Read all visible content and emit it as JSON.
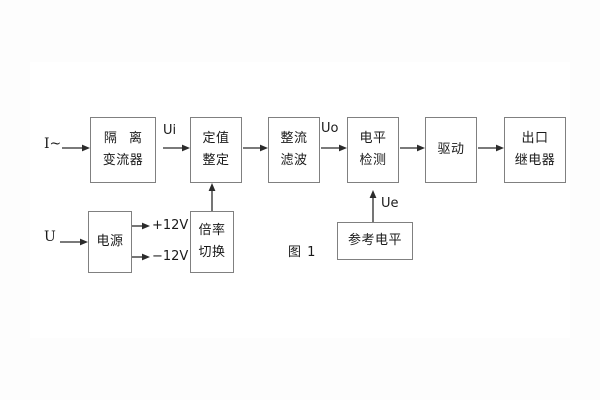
{
  "figure": {
    "caption": "图 1",
    "blocks": [
      {
        "id": "isolation-ct",
        "line1": "隔 离",
        "line2": "变流器"
      },
      {
        "id": "setting-value",
        "line1": "定值",
        "line2": "整定"
      },
      {
        "id": "rectify-filter",
        "line1": "整流",
        "line2": "滤波"
      },
      {
        "id": "level-detect",
        "line1": "电平",
        "line2": "检测"
      },
      {
        "id": "drive",
        "line1": "驱动",
        "line2": ""
      },
      {
        "id": "output-relay",
        "line1": "出口",
        "line2": "继电器"
      },
      {
        "id": "power-supply",
        "line1": "电源",
        "line2": ""
      },
      {
        "id": "ratio-switch",
        "line1": "倍率",
        "line2": "切换"
      },
      {
        "id": "reference-level",
        "line1": "参考电平",
        "line2": ""
      }
    ],
    "signals": {
      "current_input": "I~",
      "voltage_input": "U",
      "ui": "Ui",
      "uo": "Uo",
      "ue": "Ue",
      "rail_positive": "+12V",
      "rail_negative": "−12V"
    },
    "colors": {
      "background": "#fdfdfd",
      "block_border": "#808080",
      "line": "#2b2b2b",
      "text": "#1a1a1a"
    }
  }
}
